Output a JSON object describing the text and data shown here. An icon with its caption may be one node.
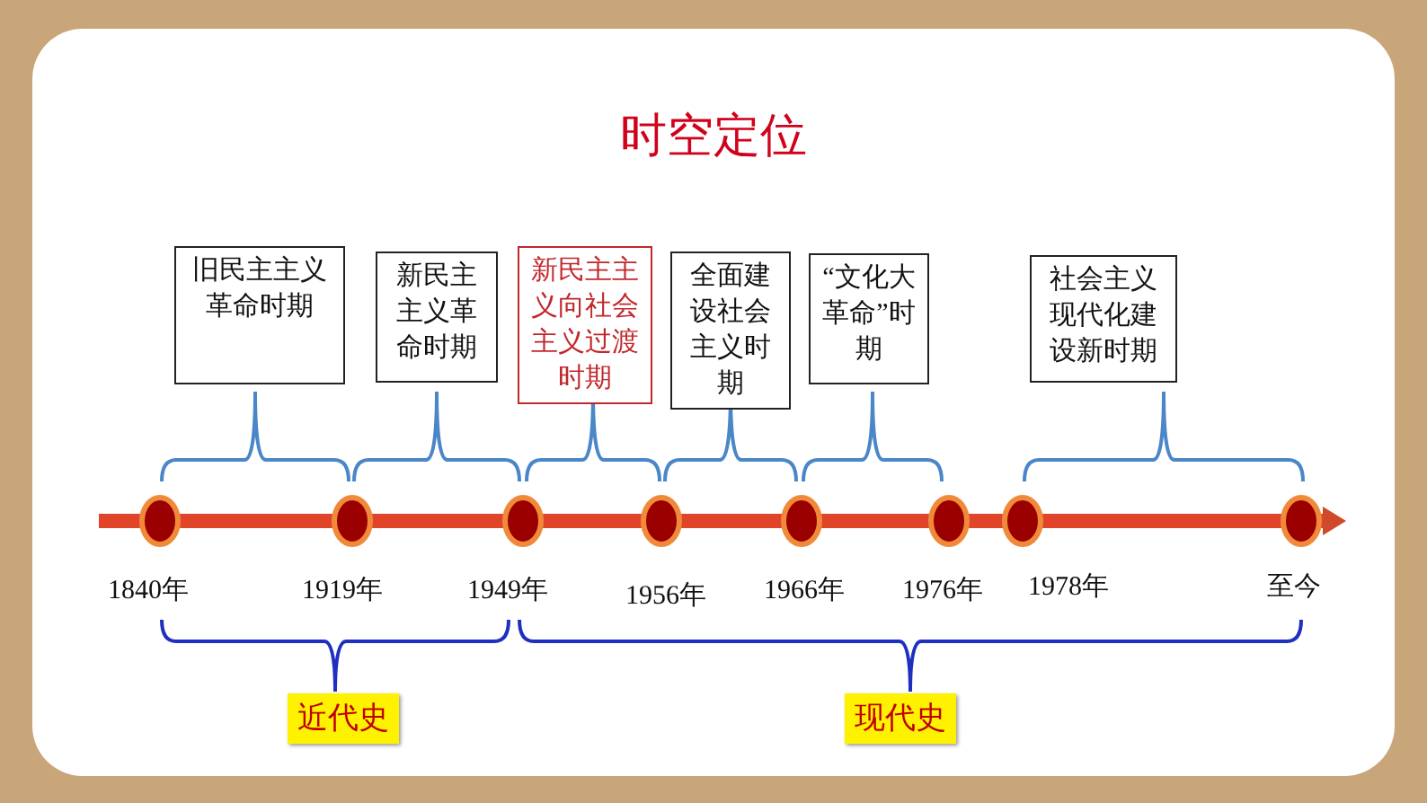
{
  "diagram": {
    "title": "时空定位",
    "nodes": [
      {
        "text": [
          "旧民主主义革命时期"
        ]
      },
      {
        "text": [
          "新民主主义革命时期"
        ]
      },
      {
        "text": [
          "新民主主义向社会主义过渡时期"
        ]
      },
      {
        "text": [
          "全面建设社会主义时期"
        ]
      },
      {
        "text": [
          "“文化大革命”时期"
        ]
      },
      {
        "text": [
          "社会主义现代化建设新时期"
        ]
      },
      {
        "text": [
          "近代史"
        ]
      },
      {
        "text": [
          "现代史"
        ]
      }
    ],
    "edges": [],
    "labels": [
      "1840年",
      "1919年",
      "1949年",
      "1956年",
      "1966年",
      "1976年",
      "1978年",
      "至今"
    ]
  }
}
